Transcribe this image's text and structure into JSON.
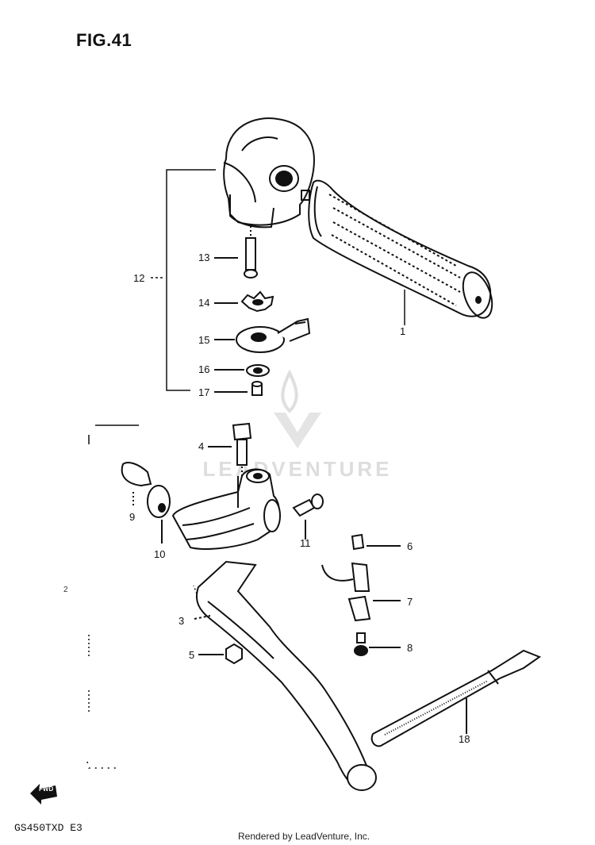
{
  "figure": {
    "title": "FIG.41",
    "model_code": "GS450TXD E3",
    "rendered_by": "Rendered by LeadVenture, Inc.",
    "stray_mark": "2"
  },
  "watermark": {
    "text": "LEADVENTURE",
    "color": "#d9d9d9"
  },
  "fwd_indicator": {
    "text": "FWD",
    "icon": "fwd-arrow-icon"
  },
  "callouts": [
    {
      "id": "1",
      "label": "1"
    },
    {
      "id": "3",
      "label": "3"
    },
    {
      "id": "4",
      "label": "4"
    },
    {
      "id": "5",
      "label": "5"
    },
    {
      "id": "6",
      "label": "6"
    },
    {
      "id": "7",
      "label": "7"
    },
    {
      "id": "8",
      "label": "8"
    },
    {
      "id": "9",
      "label": "9"
    },
    {
      "id": "10",
      "label": "10"
    },
    {
      "id": "11",
      "label": "11"
    },
    {
      "id": "12",
      "label": "12"
    },
    {
      "id": "13",
      "label": "13"
    },
    {
      "id": "14",
      "label": "14"
    },
    {
      "id": "15",
      "label": "15"
    },
    {
      "id": "16",
      "label": "16"
    },
    {
      "id": "17",
      "label": "17"
    },
    {
      "id": "18",
      "label": "18"
    }
  ]
}
